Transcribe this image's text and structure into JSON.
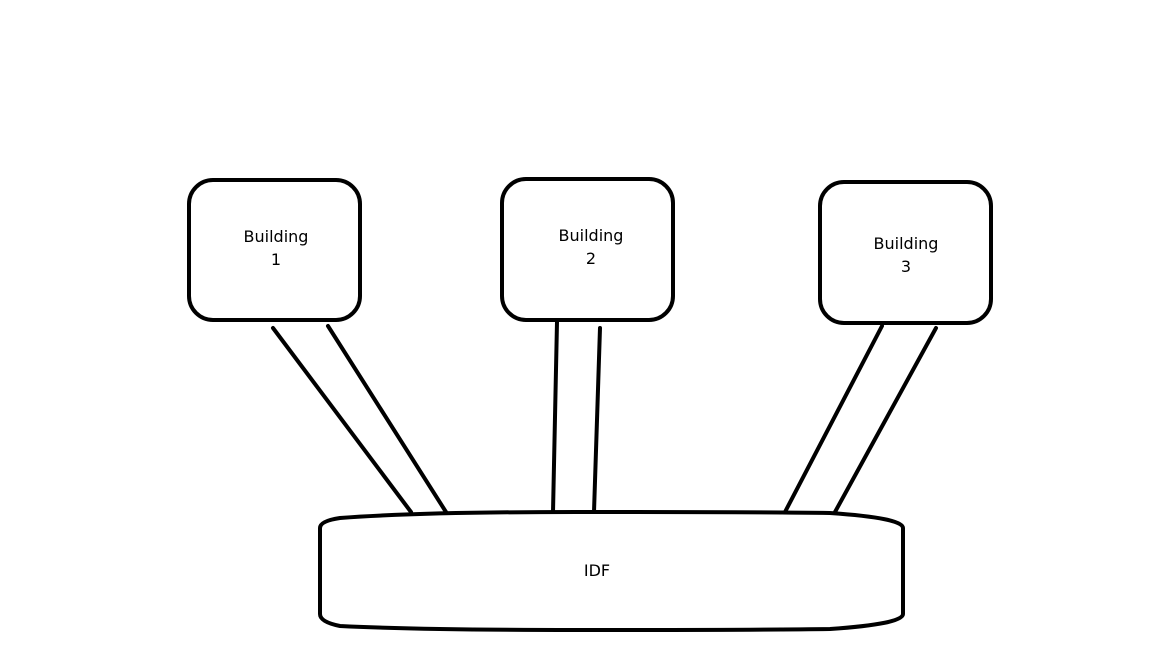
{
  "nodes": {
    "building_1": {
      "line1": "Building",
      "line2": "1"
    },
    "building_2": {
      "line1": "Building",
      "line2": "2"
    },
    "building_3": {
      "line1": "Building",
      "line2": "3"
    },
    "idf": {
      "label": "IDF"
    }
  },
  "connections": [
    {
      "from": "building_1",
      "to": "idf",
      "cables": 2
    },
    {
      "from": "building_2",
      "to": "idf",
      "cables": 2
    },
    {
      "from": "building_3",
      "to": "idf",
      "cables": 2
    }
  ],
  "colors": {
    "stroke": "#000000",
    "fill": "#ffffff"
  }
}
